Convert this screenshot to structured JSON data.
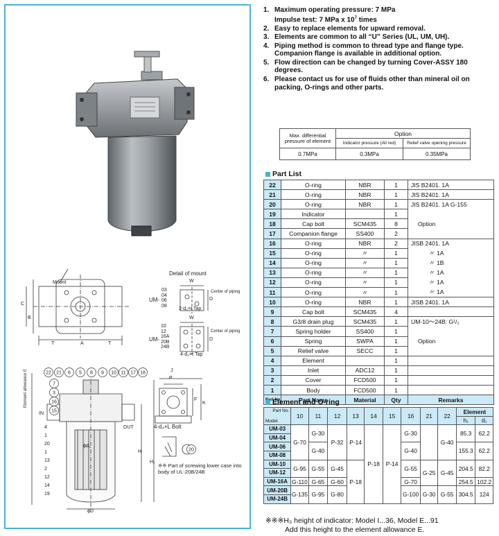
{
  "drawings": {
    "detail_title": "Detail of mount",
    "mount_label": "Mount",
    "dims": {
      "c": "C",
      "b": "B",
      "t": "T",
      "a": "A",
      "w": "W",
      "d": "D",
      "p": "P",
      "k": "K",
      "f": "F",
      "j": "J",
      "h": "H",
      "h2": "H₂",
      "d1": "ϕd₁",
      "d0": "ϕD"
    },
    "center_piping": "Center of piping",
    "small_series": {
      "prefix": "UM-",
      "models": [
        "03",
        "04",
        "06",
        "08"
      ],
      "tap": "2-d₂×ℓ Tap"
    },
    "large_series": {
      "prefix": "UM-",
      "models": [
        "10",
        "12",
        "16A",
        "20B",
        "24B"
      ],
      "tap": "4-d₃×ℓ Tap"
    },
    "bolt_label": "4-d₄×L Bolt",
    "in_label": "IN",
    "out_label": "OUT",
    "element_allowance": "Element allowance E",
    "callouts_top": [
      "22",
      "21",
      "6",
      "5",
      "8",
      "9",
      "10",
      "11",
      "17",
      "18"
    ],
    "callouts_left": [
      "7",
      "3",
      "16",
      "15",
      "4",
      "1",
      "20",
      "1",
      "13",
      "2",
      "12",
      "14",
      "19"
    ],
    "callout_20": "20",
    "screw_note": "※※ Part of screwing lower case into body of UL-20B/24B"
  },
  "features": [
    {
      "num": "1.",
      "text": "Maximum operating pressure: 7 MPa",
      "text2_pre": "Impulse test: 7 MPa x 10",
      "text2_sup": "7",
      "text2_post": " times"
    },
    {
      "num": "2.",
      "text": "Easy to replace elements for upward removal."
    },
    {
      "num": "3.",
      "text": "Elements are common to all “U” Series (UL, UM, UH)."
    },
    {
      "num": "4.",
      "text": "Piping method is common to thread type and flange type. Companion flange is available in additional option."
    },
    {
      "num": "5.",
      "text": "Flow direction can be changed by turning Cover-ASSY 180 degrees."
    },
    {
      "num": "6.",
      "text": "Please contact us for use of fluids other than mineral oil on packing, O-rings and other parts."
    }
  ],
  "option_table": {
    "head_left": "Max. differential pressure of element",
    "head_option": "Option",
    "head_indicator": "Indicator pressure (All red)",
    "head_relief": "Relief valve opening pressure",
    "val_left": "0.7MPa",
    "val_indicator": "0.3MPa",
    "val_relief": "0.35MPa"
  },
  "part_list": {
    "title": "Part List",
    "header": {
      "no": "Part No.",
      "name": "Part Name",
      "material": "Material",
      "qty": "Qty",
      "remarks": "Remarks"
    },
    "rows": [
      {
        "no": "22",
        "name": "O-ring",
        "material": "NBR",
        "qty": "1",
        "remarks": "JIS B2401. 1A"
      },
      {
        "no": "21",
        "name": "O-ring",
        "material": "NBR",
        "qty": "1",
        "remarks": "JIS B2401. 1A"
      },
      {
        "no": "20",
        "name": "O-ring",
        "material": "NBR",
        "qty": "1",
        "remarks": "JIS B2401. 1A  G-155"
      },
      {
        "no": "19",
        "name": "Indicator",
        "material": "",
        "qty": "1",
        "remarks": ""
      },
      {
        "no": "18",
        "name": "Cap bolt",
        "material": "SCM435",
        "qty": "8",
        "remarks": "Option"
      },
      {
        "no": "17",
        "name": "Companion flange",
        "material": "SS400",
        "qty": "2",
        "remarks": ""
      },
      {
        "no": "16",
        "name": "O-ring",
        "material": "NBR",
        "qty": "2",
        "remarks": "JISB 2401. 1A"
      },
      {
        "no": "15",
        "name": "O-ring",
        "material": "〃",
        "qty": "1",
        "remarks": "〃    1A"
      },
      {
        "no": "14",
        "name": "O-ring",
        "material": "〃",
        "qty": "1",
        "remarks": "〃    1B"
      },
      {
        "no": "13",
        "name": "O-ring",
        "material": "〃",
        "qty": "1",
        "remarks": "〃    1A"
      },
      {
        "no": "12",
        "name": "O-ring",
        "material": "〃",
        "qty": "1",
        "remarks": "〃    1A"
      },
      {
        "no": "11",
        "name": "O-ring",
        "material": "〃",
        "qty": "1",
        "remarks": "〃    1A"
      },
      {
        "no": "10",
        "name": "O-ring",
        "material": "NBR",
        "qty": "1",
        "remarks": "JISB 2401. 1A"
      },
      {
        "no": "9",
        "name": "Cap bolt",
        "material": "SCM435",
        "qty": "4",
        "remarks": ""
      },
      {
        "no": "8",
        "name": "G3/8 drain plug",
        "material": "SCM435",
        "qty": "1",
        "remarks": "UM-10〜24B: G¹/₂"
      },
      {
        "no": "7",
        "name": "Spring holder",
        "material": "SS400",
        "qty": "1",
        "remarks": ""
      },
      {
        "no": "6",
        "name": "Spring",
        "material": "SWPA",
        "qty": "1",
        "remarks": "Option"
      },
      {
        "no": "5",
        "name": "Relief valve",
        "material": "SECC",
        "qty": "1",
        "remarks": ""
      },
      {
        "no": "4",
        "name": "Element",
        "material": "",
        "qty": "1",
        "remarks": ""
      },
      {
        "no": "3",
        "name": "Inlet",
        "material": "ADC12",
        "qty": "1",
        "remarks": ""
      },
      {
        "no": "2",
        "name": "Cover",
        "material": "FCD500",
        "qty": "1",
        "remarks": ""
      },
      {
        "no": "1",
        "name": "Body",
        "material": "FCD500",
        "qty": "1",
        "remarks": ""
      }
    ]
  },
  "element_oring": {
    "title": "Element and O-ring",
    "corner_top": "Part No.",
    "corner_bottom": "Model",
    "cols": [
      "10",
      "11",
      "12",
      "13",
      "14",
      "15",
      "16",
      "21",
      "22"
    ],
    "element_head": "Element",
    "h1": "h₁",
    "d1": "d₁",
    "models": [
      "UM-03",
      "UM-04",
      "UM-06",
      "UM-08",
      "UM-10",
      "UM-12",
      "UM-16A",
      "UM-20B",
      "UM-24B"
    ],
    "v": {
      "c10_a": "G-70",
      "c10_b": "G-95",
      "c10_c": "G-110",
      "c10_d": "G-135",
      "c11_a": "G-30",
      "c11_b": "G-40",
      "c11_c": "G-55",
      "c11_d": "G-65",
      "c11_e": "G-95",
      "c12_a": "P-32",
      "c12_b": "G-45",
      "c12_c": "G-60",
      "c12_d": "G-80",
      "c13_a": "P-14",
      "c13_b": "P-18",
      "c14": "P-18",
      "c15": "P-14",
      "c16_a": "G-30",
      "c16_b": "G-40",
      "c16_c": "G-55",
      "c16_d": "G-70",
      "c16_e": "G-100",
      "c21_a": "G-25",
      "c21_b": "G-30",
      "c22_a": "G-40",
      "c22_b": "G-45",
      "c22_c": "G-55",
      "h1_a": "85.3",
      "h1_b": "155.3",
      "h1_c": "204.5",
      "h1_d": "254.5",
      "h1_e": "304.5",
      "d1_a": "62.2",
      "d1_b": "62.2",
      "d1_c": "82.2",
      "d1_d": "102.2",
      "d1_e": "124"
    }
  },
  "footer_note": {
    "line1": "※※※H₃ height of indicator: Model I...36, Model E...91",
    "line2": "Add this height to the element allowance E."
  },
  "colors": {
    "accent": "#49b3d6",
    "header_fill": "#cbe9f6",
    "metal": "#8e949a"
  }
}
